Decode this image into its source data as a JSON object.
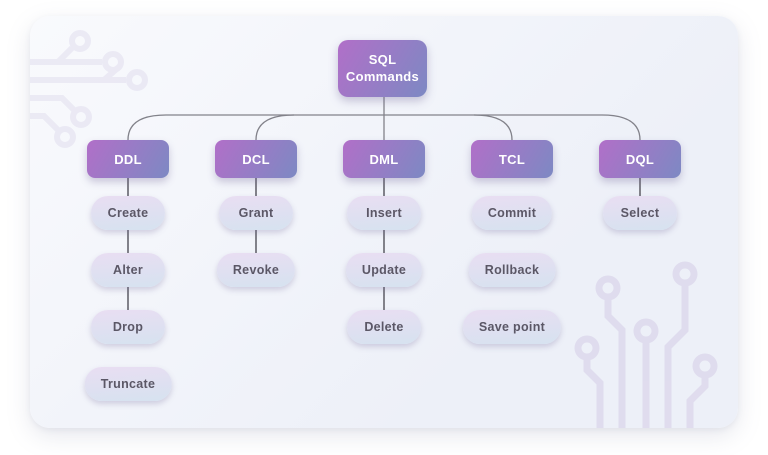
{
  "tree": {
    "root": {
      "label": "SQL Commands"
    },
    "columns": [
      {
        "label": "DDL",
        "children": [
          "Create",
          "Alter",
          "Drop",
          "Truncate"
        ]
      },
      {
        "label": "DCL",
        "children": [
          "Grant",
          "Revoke"
        ]
      },
      {
        "label": "DML",
        "children": [
          "Insert",
          "Update",
          "Delete"
        ]
      },
      {
        "label": "TCL",
        "children": [
          "Commit",
          "Rollback",
          "Save point"
        ]
      },
      {
        "label": "DQL",
        "children": [
          "Select"
        ]
      }
    ]
  },
  "colors": {
    "header_gradient_start": "#b16fc8",
    "header_gradient_end": "#7d89c3",
    "pill_gradient_start": "#e9def2",
    "pill_gradient_end": "#d6e2f0",
    "pill_text": "#5b5766",
    "header_text": "#ffffff",
    "connector": "#82828a",
    "card_bg_start": "#f9fafd",
    "card_bg_end": "#edf0f8",
    "circuit": "#dcd8ec"
  },
  "icons": {
    "circuit_top_left": "circuit-trace-pattern",
    "circuit_bottom_right": "circuit-trace-pattern"
  }
}
